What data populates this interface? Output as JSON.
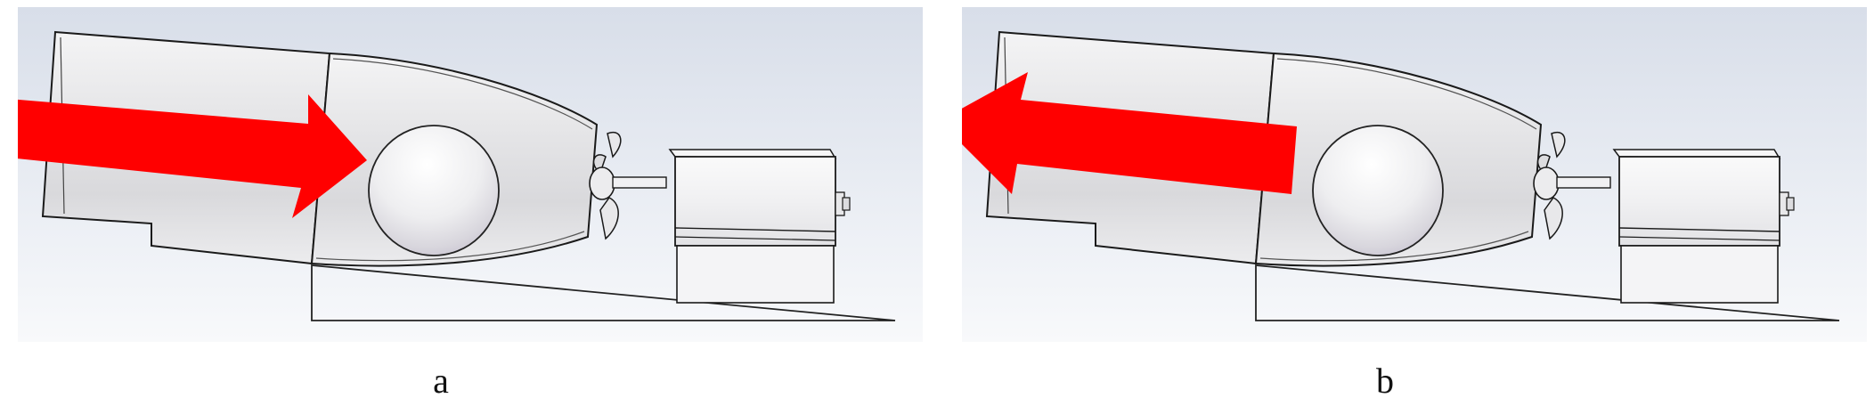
{
  "panels": [
    {
      "id": "a",
      "caption": "a",
      "flow_direction": "right"
    },
    {
      "id": "b",
      "caption": "b",
      "flow_direction": "left"
    }
  ],
  "colors": {
    "arrow": "#ff0000",
    "outline": "#1a1a1a",
    "background_top": "#d9dfea",
    "background_bottom": "#f7f8fb"
  },
  "icons": [
    "flow-arrow",
    "hull-body",
    "sphere-object",
    "propeller",
    "motor-housing",
    "ramp-base"
  ]
}
